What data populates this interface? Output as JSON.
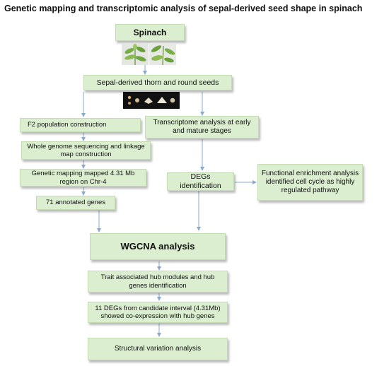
{
  "title": "Genetic mapping and transcriptomic analysis of sepal-derived seed shape in spinach",
  "boxes": {
    "spinach": "Spinach",
    "sepal": "Sepal-derived thorn and  round seeds",
    "f2": "F2 population construction",
    "wgs": "Whole genome sequencing and linkage map construction",
    "mapping": "Genetic mapping mapped 4.31 Mb region on Chr-4",
    "genes71": "71 annotated genes",
    "transcriptome": "Transcriptome analysis at early and mature stages",
    "degs": "DEGs identification",
    "enrichment": "Functional enrichment analysis identified cell cycle as highly regulated pathway",
    "wgcna": "WGCNA analysis",
    "hub": "Trait associated hub modules and hub genes identification",
    "degs11": "11 DEGs from candidate interval (4.31Mb) showed co-expression with hub genes",
    "structural": "Structural variation analysis"
  },
  "colors": {
    "box_fill": "#dbeed0",
    "box_border": "#c3dcb4",
    "arrow": "#8aa9cc"
  }
}
